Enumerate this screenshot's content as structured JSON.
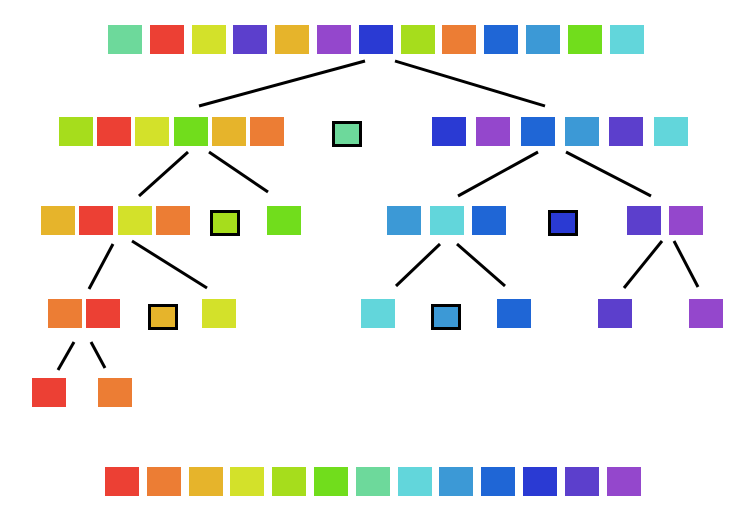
{
  "diagram": {
    "type": "quicksort-recursion-tree",
    "colors": {
      "c0": "#ec4034",
      "c1": "#ec7d34",
      "c2": "#e6b42b",
      "c3": "#d3e12a",
      "c4": "#a6dd1c",
      "c5": "#71dd1c",
      "c6": "#6dd99b",
      "c7": "#62d6db",
      "c8": "#3c99d6",
      "c9": "#1f66d6",
      "c10": "#2a3ad3",
      "c11": "#5c3fcc",
      "c12": "#9447cc"
    },
    "input_sequence": [
      "c6",
      "c0",
      "c3",
      "c11",
      "c2",
      "c12",
      "c10",
      "c4",
      "c1",
      "c9",
      "c8",
      "c5",
      "c7"
    ],
    "sorted_sequence": [
      "c0",
      "c1",
      "c2",
      "c3",
      "c4",
      "c5",
      "c6",
      "c7",
      "c8",
      "c9",
      "c10",
      "c11",
      "c12"
    ],
    "root_pivot": "c6",
    "left_partition": [
      "c4",
      "c0",
      "c3",
      "c5",
      "c2",
      "c1"
    ],
    "right_partition": [
      "c10",
      "c12",
      "c9",
      "c8",
      "c11",
      "c7"
    ],
    "left_pivot": "c4",
    "left_left": [
      "c2",
      "c0",
      "c3",
      "c1"
    ],
    "left_right": [
      "c5"
    ],
    "left_left_pivot": "c2",
    "left_left_left": [
      "c1",
      "c0"
    ],
    "left_left_right": [
      "c3"
    ],
    "leaf_pair": [
      "c0",
      "c1"
    ],
    "right_pivot": "c10",
    "right_left": [
      "c8",
      "c7",
      "c9"
    ],
    "right_right": [
      "c11",
      "c12"
    ],
    "right_left_pivot": "c8",
    "right_left_left": [
      "c7"
    ],
    "right_left_right": [
      "c9"
    ],
    "right_right_children": [
      "c11",
      "c12"
    ]
  }
}
